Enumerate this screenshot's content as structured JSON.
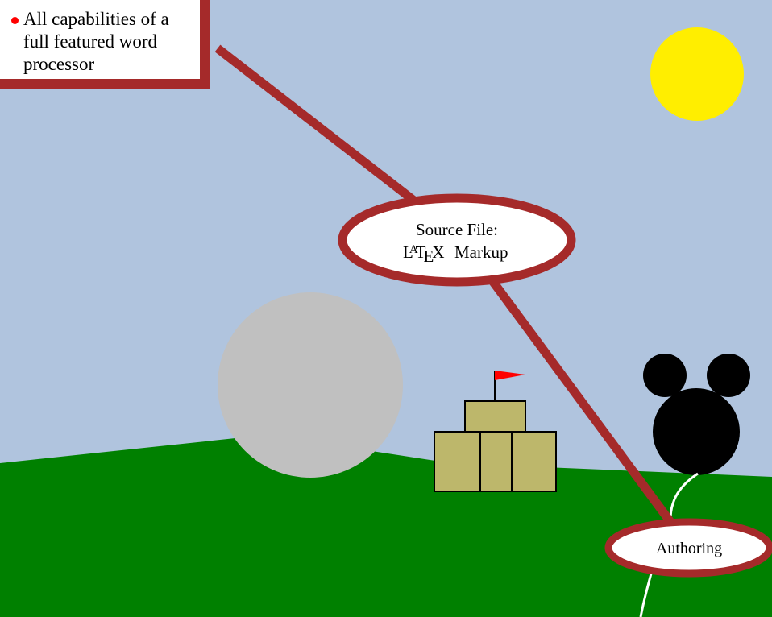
{
  "callout": {
    "text": "All capabilities of a full featured word processor"
  },
  "source_node": {
    "line1": "Source File:",
    "logo": "LaTeX",
    "line2": "Markup"
  },
  "authoring_node": {
    "label": "Authoring"
  },
  "colors": {
    "sky": "#b0c4de",
    "grass": "#008000",
    "connector": "#a52a2a",
    "sun": "#ffee00",
    "boulder": "#c0c0c0",
    "castle": "#bdb76b",
    "flag": "#ff0000",
    "bullet": "#ff0000"
  }
}
